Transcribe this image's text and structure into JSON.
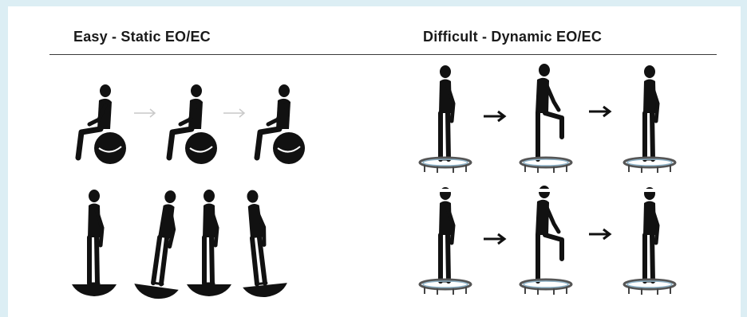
{
  "headings": {
    "left": "Easy - Static EO/EC",
    "right": "Difficult - Dynamic EO/EC"
  },
  "colors": {
    "background": "#dceef4",
    "panel": "#ffffff",
    "figure": "#111111",
    "arrow_light": "#c9c9c9",
    "arrow_dark": "#111111",
    "trampoline_accent": "#8fb3c8"
  },
  "panels": [
    {
      "id": "ball-sitting",
      "heading": "left",
      "row": 1,
      "figures": 3,
      "prop": "exercise ball",
      "arrows": "light"
    },
    {
      "id": "board-standing",
      "heading": "left",
      "row": 2,
      "figures": 4,
      "prop": "balance board",
      "arrows": "none"
    },
    {
      "id": "trampoline-step-eyes-open",
      "heading": "right",
      "row": 1,
      "figures": 3,
      "prop": "mini trampoline",
      "arrows": "dark"
    },
    {
      "id": "trampoline-step-eyes-closed",
      "heading": "right",
      "row": 2,
      "figures": 3,
      "prop": "mini trampoline with blindfold",
      "arrows": "dark"
    }
  ]
}
